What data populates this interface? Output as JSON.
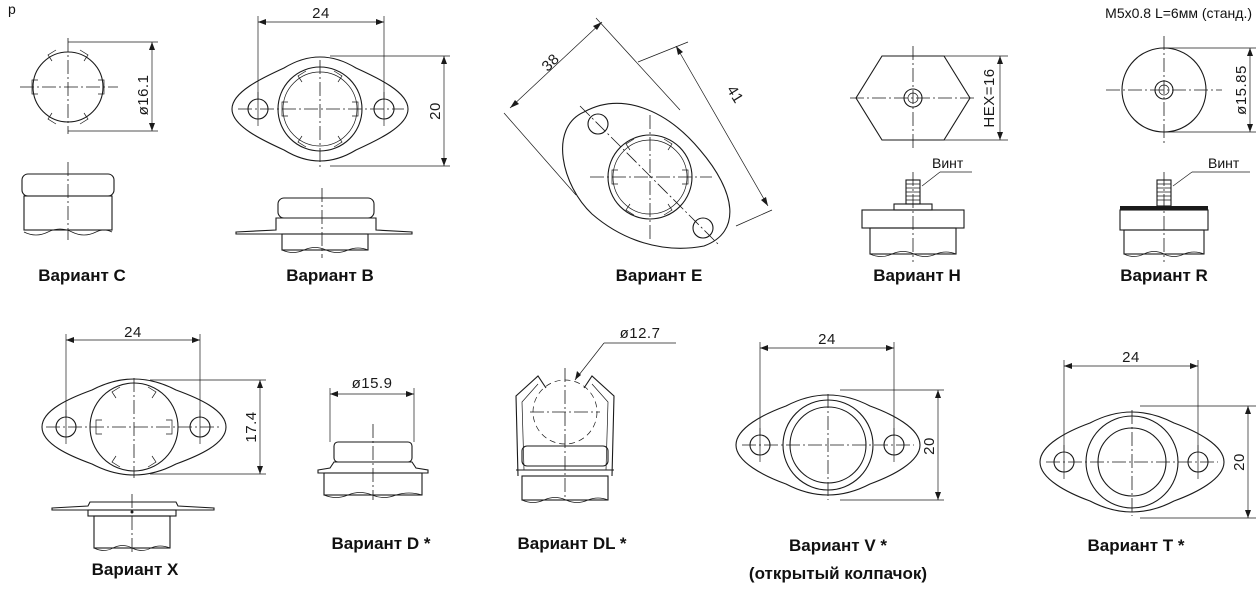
{
  "labels": {
    "variant_c": "Вариант C",
    "variant_b": "Вариант B",
    "variant_e": "Вариант E",
    "variant_h": "Вариант H",
    "variant_r": "Вариант R",
    "variant_x": "Вариант X",
    "variant_d": "Вариант D *",
    "variant_dl": "Вариант DL *",
    "variant_v": "Вариант V *",
    "variant_v_note": "(открытый колпачок)",
    "variant_t": "Вариант T *"
  },
  "dimensions": {
    "c_diameter": "ø16.1",
    "b_width": "24",
    "b_height": "20",
    "e_diag_1": "38",
    "e_diag_2": "41",
    "h_hex": "HEX=16",
    "r_diameter": "ø15.85",
    "x_width": "24",
    "x_height": "17.4",
    "d_diameter": "ø15.9",
    "dl_diameter": "ø12.7",
    "v_width": "24",
    "v_height": "20",
    "t_width": "24",
    "t_height": "20"
  },
  "callouts": {
    "h_screw": "Винт",
    "r_screw": "Винт",
    "screw_spec": "M5x0.8 L=6мм (станд.)"
  },
  "fragments": {
    "top_left": "р"
  }
}
